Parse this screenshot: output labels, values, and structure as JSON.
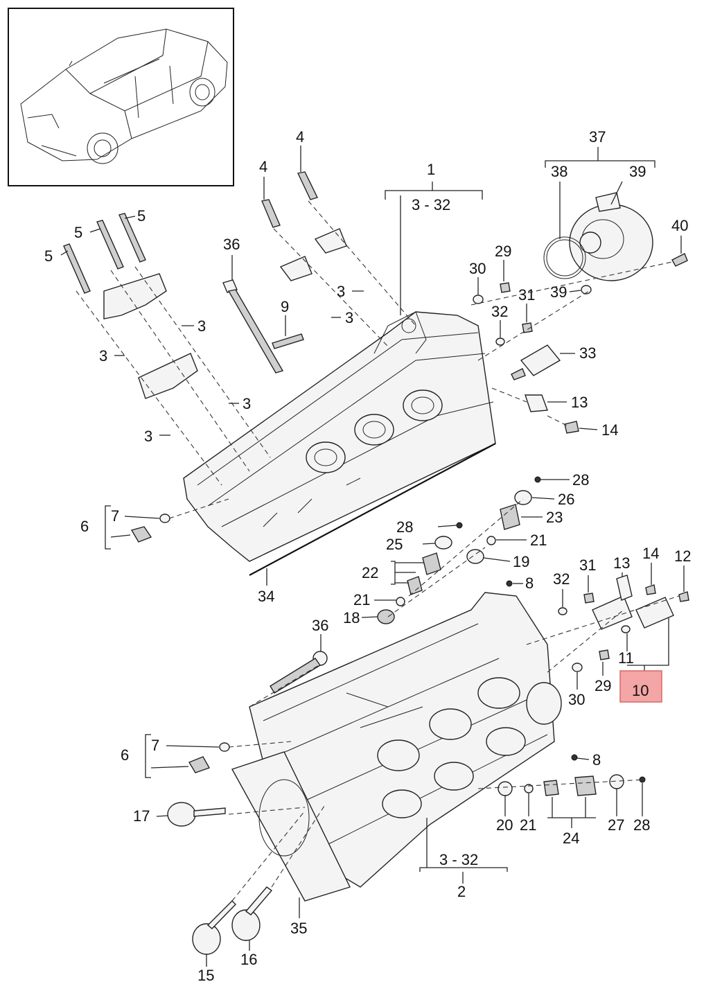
{
  "diagram": {
    "highlight_color": "#f4a5a5",
    "labels": {
      "l1": "1",
      "l1r": "3 - 32",
      "l2": "2",
      "l2r": "3 - 32",
      "l3": "3",
      "l4": "4",
      "l5": "5",
      "l6": "6",
      "l7": "7",
      "l8": "8",
      "l9": "9",
      "l10": "10",
      "l11": "11",
      "l12": "12",
      "l13": "13",
      "l14": "14",
      "l15": "15",
      "l16": "16",
      "l17": "17",
      "l18": "18",
      "l19": "19",
      "l20": "20",
      "l21": "21",
      "l22": "22",
      "l23": "23",
      "l24": "24",
      "l25": "25",
      "l26": "26",
      "l27": "27",
      "l28": "28",
      "l29": "29",
      "l30": "30",
      "l31": "31",
      "l32": "32",
      "l33": "33",
      "l34": "34",
      "l35": "35",
      "l36": "36",
      "l37": "37",
      "l38": "38",
      "l39": "39",
      "l40": "40"
    }
  }
}
